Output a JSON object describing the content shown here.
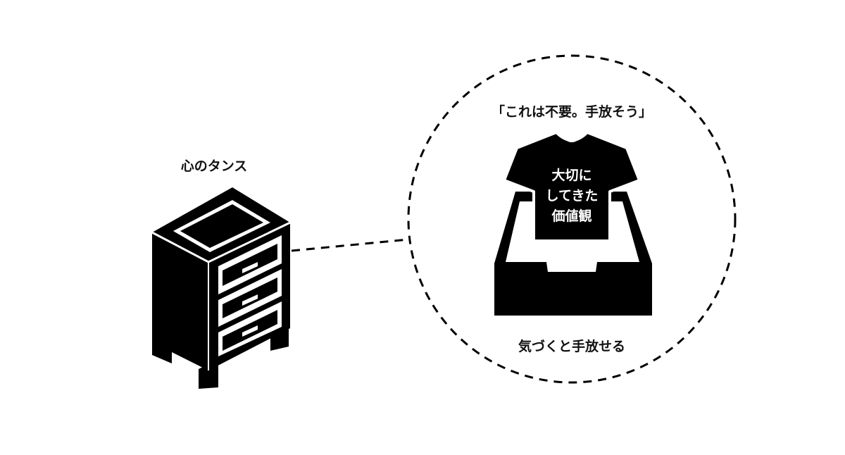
{
  "dresser_label": "心のタンス",
  "thought_quote": "「これは不要。手放そう」",
  "shirt_text": [
    "大切に",
    "してきた",
    "価値観"
  ],
  "caption": "気づくと手放せる",
  "colors": {
    "ink": "#000000",
    "paper": "#ffffff"
  },
  "icons": [
    "dresser-icon",
    "tshirt-icon",
    "tray-icon"
  ]
}
